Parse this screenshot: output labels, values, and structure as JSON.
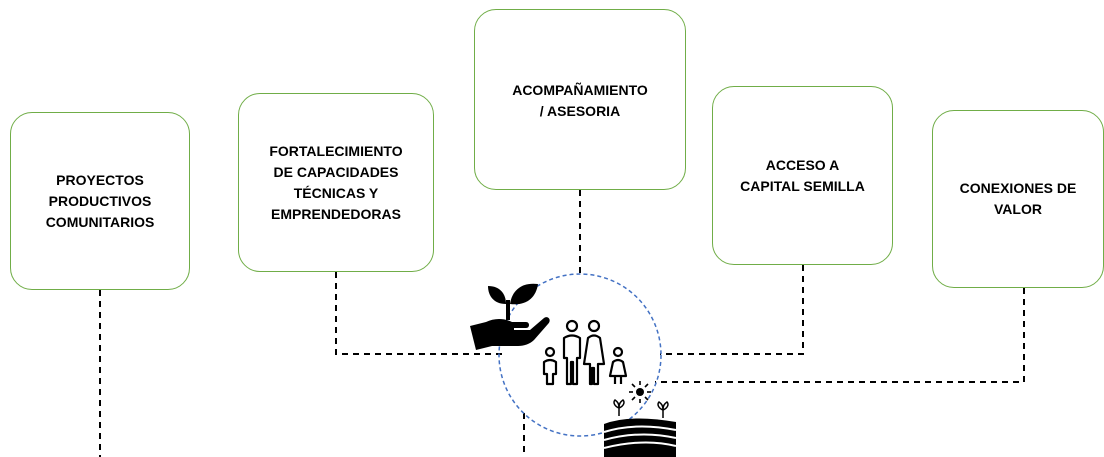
{
  "diagram": {
    "boxes": [
      {
        "id": "proyectos",
        "text": "PROYECTOS\nPRODUCTIVOS\nCOMUNITARIOS"
      },
      {
        "id": "fortalecimiento",
        "text": "FORTALECIMIENTO\nDE CAPACIDADES\nTÉCNICAS Y\nEMPRENDEDORAS"
      },
      {
        "id": "acompanamiento",
        "text": "ACOMPAÑAMIENTO\n/ ASESORIA"
      },
      {
        "id": "acceso",
        "text": "ACCESO A\nCAPITAL SEMILLA"
      },
      {
        "id": "conexiones",
        "text": "CONEXIONES DE\nVALOR"
      }
    ],
    "center_icons": [
      "hand-plant-icon",
      "family-icon",
      "field-sun-icon"
    ],
    "colors": {
      "box_border": "#70ad47",
      "circle_border": "#4472c4",
      "connector": "#000000",
      "text": "#000000"
    }
  }
}
